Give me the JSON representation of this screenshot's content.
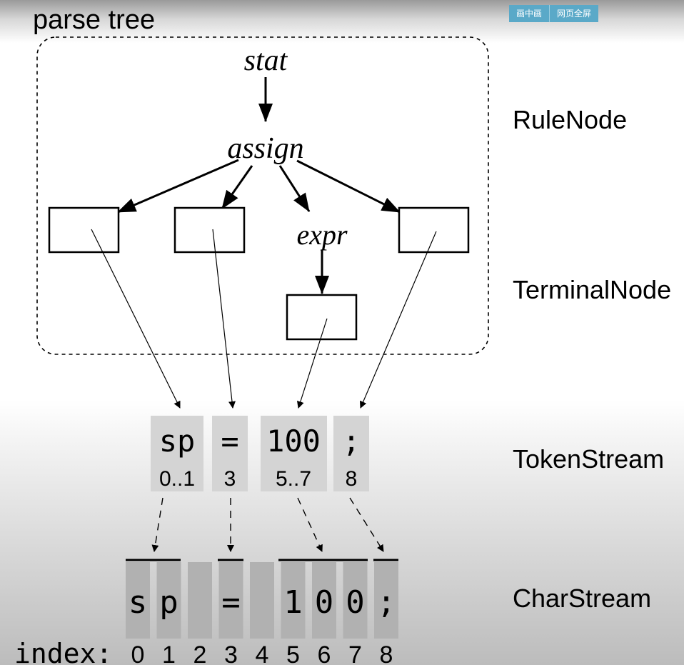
{
  "title": "parse tree",
  "toolbar": {
    "pip_label": "画中画",
    "fullscreen_label": "网页全屏"
  },
  "rule_nodes": {
    "root": "stat",
    "assign": "assign",
    "expr": "expr"
  },
  "layer_labels": {
    "rule_node": "RuleNode",
    "terminal_node": "TerminalNode",
    "token_stream": "TokenStream",
    "char_stream": "CharStream"
  },
  "tokens": [
    {
      "text": "sp",
      "range": "0..1"
    },
    {
      "text": "=",
      "range": "3"
    },
    {
      "text": "100",
      "range": "5..7"
    },
    {
      "text": ";",
      "range": "8"
    }
  ],
  "chars": {
    "index_label": "index:",
    "items": [
      {
        "ch": "s",
        "index": "0"
      },
      {
        "ch": "p",
        "index": "1"
      },
      {
        "ch": "",
        "index": "2"
      },
      {
        "ch": "=",
        "index": "3"
      },
      {
        "ch": "",
        "index": "4"
      },
      {
        "ch": "1",
        "index": "5"
      },
      {
        "ch": "0",
        "index": "6"
      },
      {
        "ch": "0",
        "index": "7"
      },
      {
        "ch": ";",
        "index": "8"
      }
    ]
  },
  "colors": {
    "token_bg": "#d4d4d4",
    "char_bg": "#b1b1b1",
    "toolbar_bg": "#5aa9c8"
  }
}
